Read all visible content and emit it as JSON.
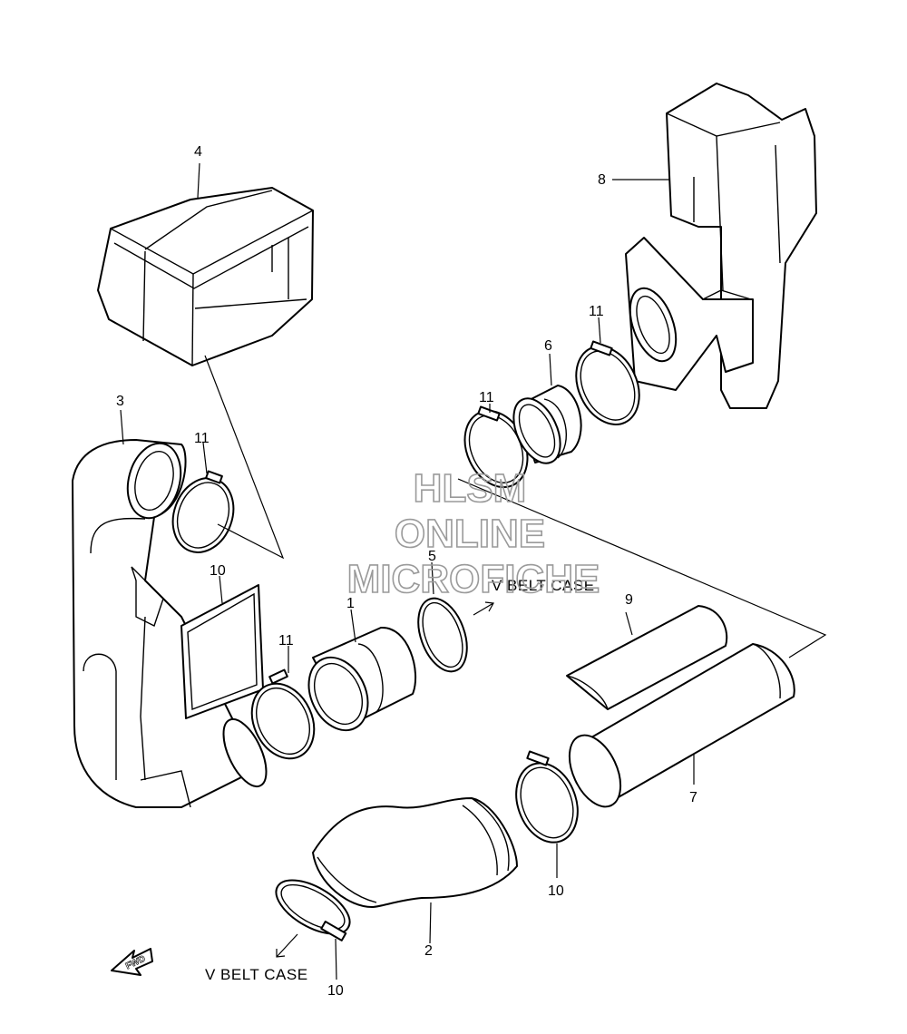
{
  "watermark": {
    "line1": "HLSM",
    "line2": "ONLINE",
    "line3": "MICROFICHE"
  },
  "labels": {
    "v_belt_case_top": "V BELT CASE",
    "v_belt_case_bottom": "V BELT CASE",
    "fwd": "FWD"
  },
  "callouts": {
    "p1": "1",
    "p2": "2",
    "p3": "3",
    "p4": "4",
    "p5": "5",
    "p6": "6",
    "p7": "7",
    "p8": "8",
    "p9": "9",
    "p10_a": "10",
    "p10_b": "10",
    "p10_c": "10",
    "p11_a": "11",
    "p11_b": "11",
    "p11_c": "11",
    "p11_d": "11"
  }
}
